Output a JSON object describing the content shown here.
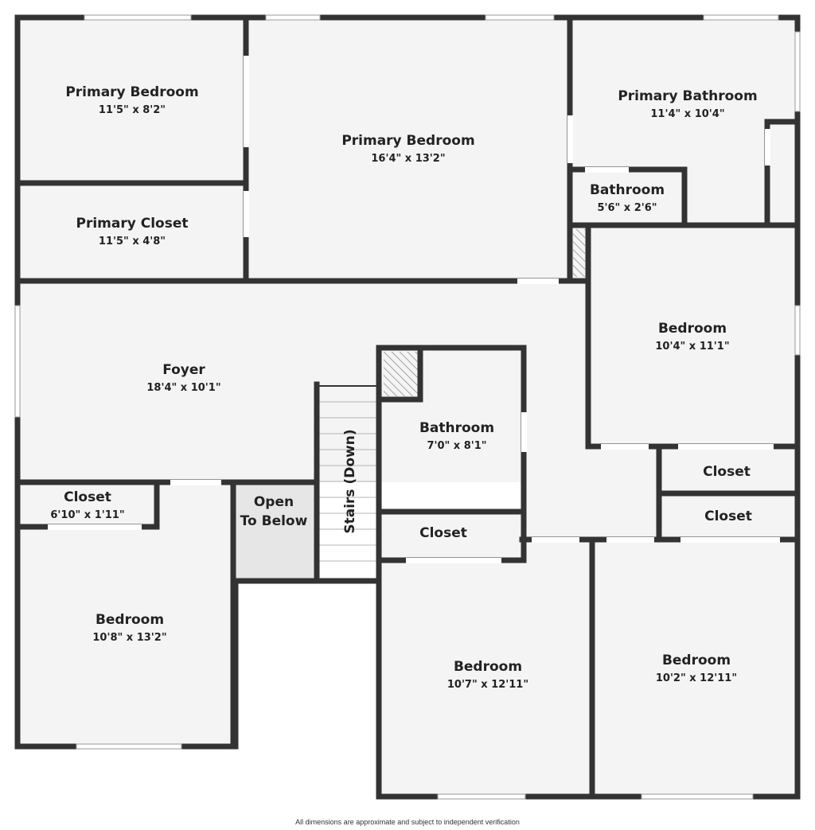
{
  "floorplan": {
    "colors": {
      "wall": "#333333",
      "floor": "#f4f4f4",
      "open_to_below": "#e6e6e6",
      "window": "#ffffff",
      "hatch": "#888888"
    },
    "rooms": {
      "primary_bedroom_small": {
        "name": "Primary Bedroom",
        "dim": "11'5\" x 8'2\""
      },
      "primary_bedroom_main": {
        "name": "Primary Bedroom",
        "dim": "16'4\" x 13'2\""
      },
      "primary_bathroom": {
        "name": "Primary Bathroom",
        "dim": "11'4\" x 10'4\""
      },
      "bathroom_small": {
        "name": "Bathroom",
        "dim": "5'6\" x 2'6\""
      },
      "primary_closet": {
        "name": "Primary Closet",
        "dim": "11'5\" x 4'8\""
      },
      "bedroom_east": {
        "name": "Bedroom",
        "dim": "10'4\" x 11'1\""
      },
      "foyer": {
        "name": "Foyer",
        "dim": "18'4\" x 10'1\""
      },
      "bathroom_center": {
        "name": "Bathroom",
        "dim": "7'0\" x 8'1\""
      },
      "closet_east_1": {
        "name": "Closet"
      },
      "closet_east_2": {
        "name": "Closet"
      },
      "closet_west": {
        "name": "Closet",
        "dim": "6'10\" x 1'11\""
      },
      "open_to_below": {
        "name_line1": "Open",
        "name_line2": "To Below"
      },
      "stairs": {
        "name": "Stairs (Down)"
      },
      "closet_center": {
        "name": "Closet"
      },
      "bedroom_southwest": {
        "name": "Bedroom",
        "dim": "10'8\" x 13'2\""
      },
      "bedroom_south_center": {
        "name": "Bedroom",
        "dim": "10'7\" x 12'11\""
      },
      "bedroom_southeast": {
        "name": "Bedroom",
        "dim": "10'2\" x 12'11\""
      }
    },
    "disclaimer": "All dimensions are approximate and subject to independent verification"
  }
}
